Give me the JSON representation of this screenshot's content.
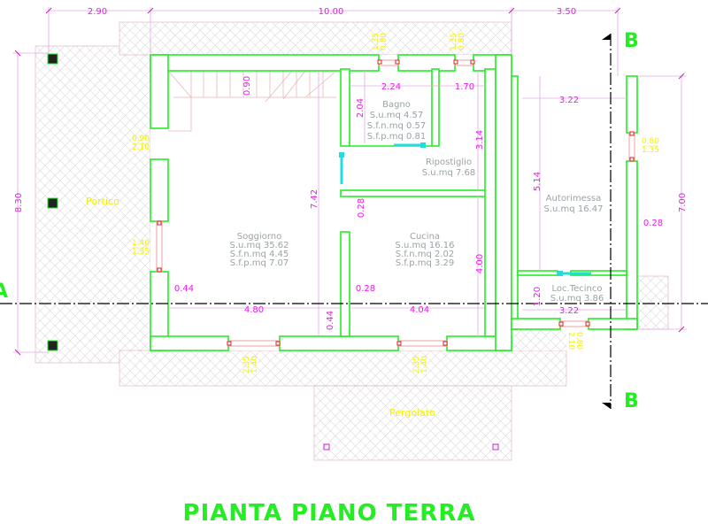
{
  "title": "PIANTA PIANO TERRA",
  "section_labels": {
    "a": "A",
    "b_top": "B",
    "b_bottom": "B"
  },
  "outdoor_areas": {
    "portico": "Portico",
    "pergolato": "Pergolato"
  },
  "rooms": {
    "bagno": {
      "name": "Bagno",
      "su": "S.u.mq  4.57",
      "sfn": "S.f.n.mq  0.57",
      "sfp": "S.f.p.mq  0.81"
    },
    "ripostiglio": {
      "name": "Ripostiglio",
      "su": "S.u.mq  7.68"
    },
    "soggiorno": {
      "name": "Soggiorno",
      "su": "S.u.mq  35.62",
      "sfn": "S.f.n.mq  4.45",
      "sfp": "S.f.p.mq  7.07"
    },
    "cucina": {
      "name": "Cucina",
      "su": "S.u.mq  16.16",
      "sfn": "S.f.n.mq  2.02",
      "sfp": "S.f.p.mq  3.29"
    },
    "autorimessa": {
      "name": "Autorimessa",
      "su": "S.u.mq  16.47"
    },
    "loc_tecnico": {
      "name": "Loc.Tecinco",
      "su": "S.u.mq  3.86"
    }
  },
  "dimensions": {
    "top_left": "2.90",
    "top_mid": "10.00",
    "top_right": "3.50",
    "left_height": "8.30",
    "right_height": "7.00",
    "stair": "0.90",
    "bagno_w": "2.24",
    "rip_w": "1.70",
    "bagno_h": "2.04",
    "rip_h": "3.14",
    "soggiorno_h": "7.42",
    "wall_028_a": "0.28",
    "wall_044_a": "0.44",
    "wall_028_b": "0.28",
    "soggiorno_w": "4.80",
    "wall_044_b": "0.44",
    "cucina_w": "4.04",
    "cucina_h": "4.00",
    "garage_w": "3.22",
    "garage_h": "5.14",
    "garage_wall": "0.28",
    "tecnico_h": "1.20",
    "tecnico_w": "3.22"
  },
  "windows": {
    "top1": [
      "0.80",
      "1.35"
    ],
    "top2": [
      "0.80",
      "1.35"
    ],
    "door_left": [
      "0.90",
      "2.10"
    ],
    "left": [
      "1.40",
      "1.35"
    ],
    "bottom1": [
      "1.40",
      "2.35"
    ],
    "bottom2": [
      "1.40",
      "2.35"
    ],
    "garage": [
      "0.80",
      "1.35"
    ],
    "tecnico": [
      "0.80",
      "2.10"
    ]
  },
  "colors": {
    "wall": "#22ee22",
    "dimension": "#e81be8",
    "window_label": "#f2f200",
    "room_label": "#9aa3a6",
    "door": "#22dddd"
  }
}
